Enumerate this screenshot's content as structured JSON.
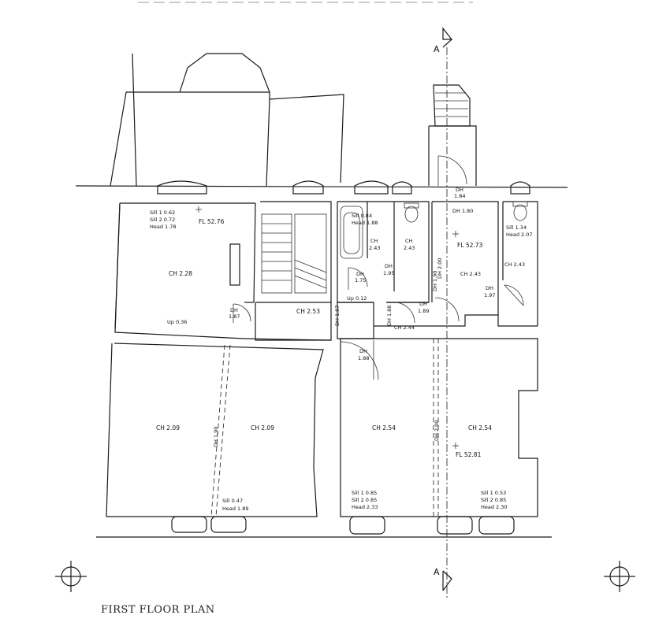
{
  "title": "FIRST FLOOR PLAN",
  "section_marker": "A",
  "rooms": {
    "room_a": {
      "sill1": "Sill 1  0.62",
      "sill2": "Sill 2  0.72",
      "head": "Head  1.78",
      "fl": "FL  52.76",
      "ch": "CH  2.28",
      "up": "Up  0.36"
    },
    "door_a": {
      "dh": "DH",
      "val": "1.87"
    },
    "stair": {
      "ch": "CH  2.53",
      "dh": "DH 1.87"
    },
    "bath": {
      "sill": "Sill  0.84",
      "head": "Head  1.88",
      "ch_a": "CH",
      "ch_a_val": "2.43",
      "ch_b": "CH",
      "ch_b_val": "2.43",
      "dh": "DH",
      "dh_val": "1.95"
    },
    "landing": {
      "dh": "DH",
      "dh_val": "1.75",
      "up": "Up  0.12",
      "dh2": "DH",
      "dh2_val": "1.88",
      "dh3": "DH 1.90"
    },
    "corridor": {
      "dh": "DH",
      "dh_val": "1.89",
      "ch": "CH  2.44",
      "dh_side": "DH 1.88"
    },
    "room_b": {
      "dh_top": "DH",
      "dh_top_val": "1.84",
      "dh": "DH  1.80",
      "fl": "FL  52.73",
      "ch": "CH  2.43",
      "dh2": "DH",
      "dh2_val": "1.97",
      "dh3": "DH 2.00"
    },
    "wc": {
      "sill": "Sill  1.34",
      "head": "Head  2.07",
      "ch": "CH  2.43"
    },
    "room_c": {
      "ch": "CH  2.09",
      "dh": "DH 1.90"
    },
    "room_d": {
      "ch": "CH  2.09",
      "sill": "Sill  0.47",
      "head": "Head  1.89"
    },
    "room_e": {
      "ch": "CH  2.54",
      "sill1": "Sill 1  0.85",
      "sill2": "Sill 2  0.85",
      "head": "Head  2.33",
      "dh": "DH 2.00"
    },
    "room_f": {
      "ch": "CH  2.54",
      "fl": "FL  52.81",
      "sill1": "Sill 1  0.53",
      "sill2": "Sill 2  0.85",
      "head": "Head  2.30"
    }
  }
}
